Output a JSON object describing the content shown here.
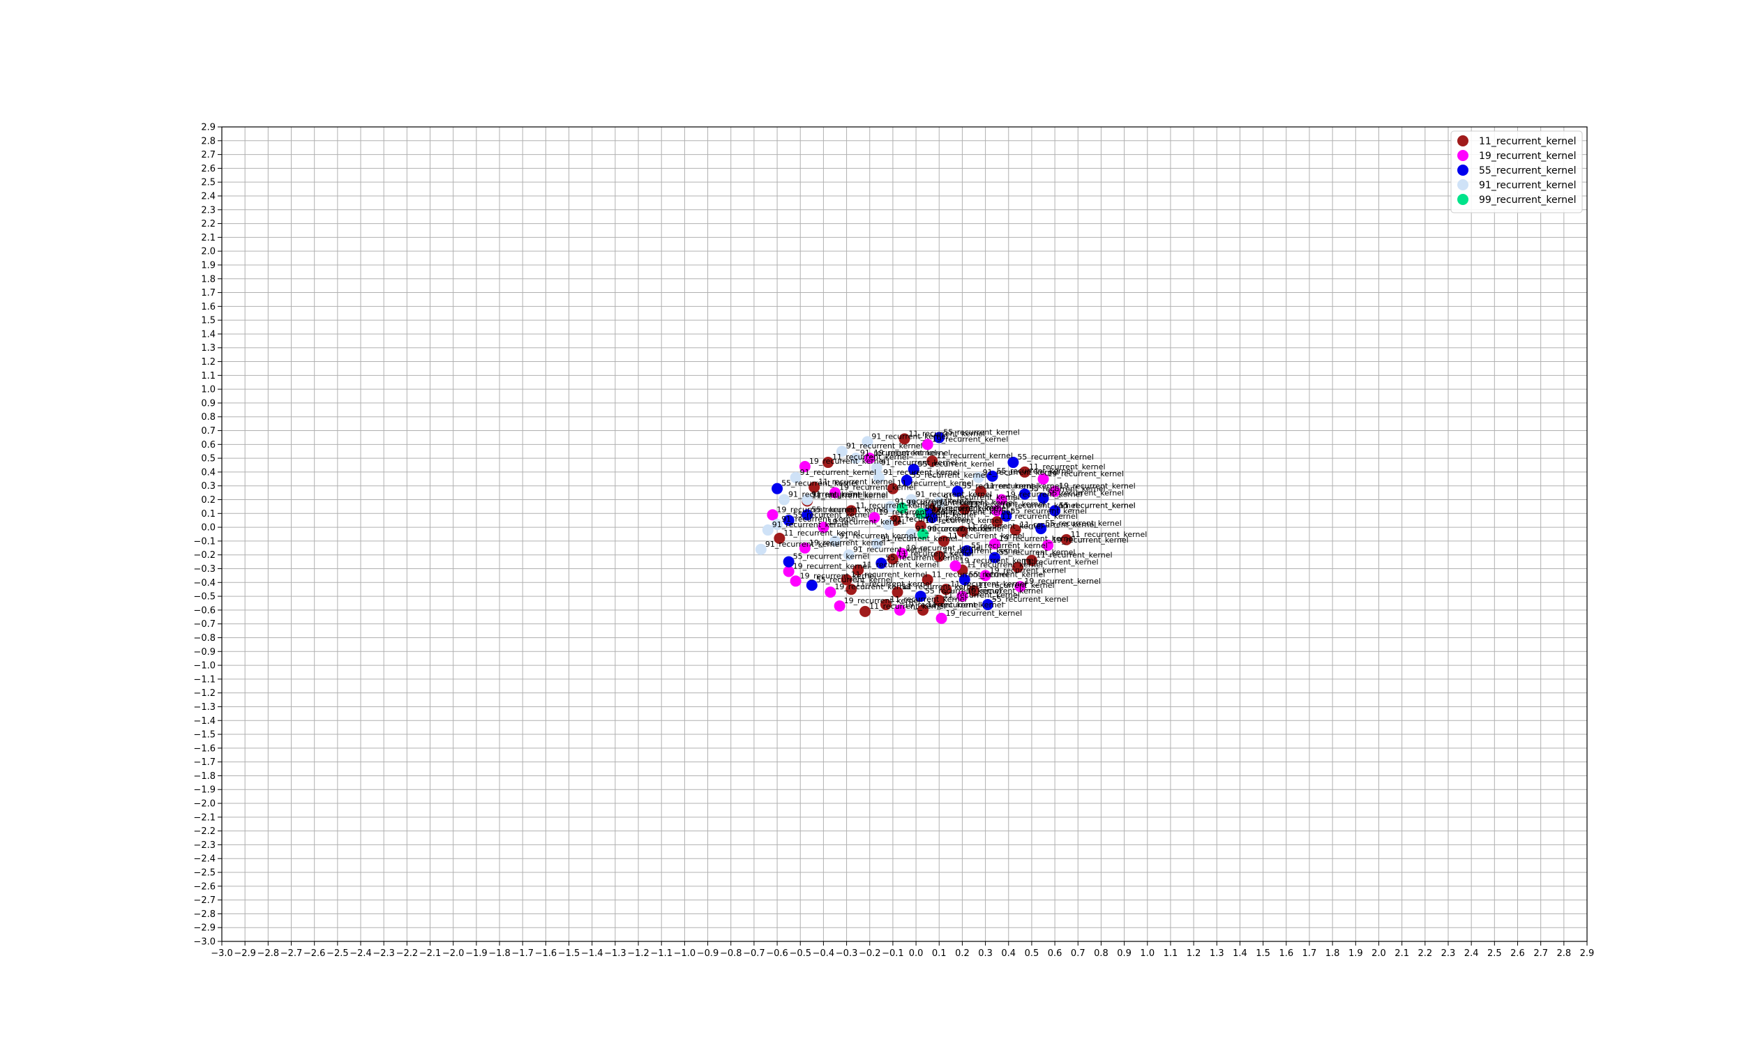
{
  "chart_data": {
    "type": "scatter",
    "title": "",
    "xlabel": "",
    "ylabel": "",
    "xlim": [
      -3.0,
      2.9
    ],
    "ylim": [
      -3.0,
      2.9
    ],
    "tick_step": 0.1,
    "grid": true,
    "legend_position": "top-right",
    "series": [
      {
        "name": "11_recurrent_kernel",
        "color": "#a01b1b",
        "points": [
          [
            -0.05,
            0.64
          ],
          [
            0.07,
            0.48
          ],
          [
            -0.38,
            0.47
          ],
          [
            -0.1,
            0.28
          ],
          [
            -0.44,
            0.29
          ],
          [
            0.28,
            0.26
          ],
          [
            0.47,
            0.4
          ],
          [
            -0.47,
            0.19
          ],
          [
            -0.28,
            0.12
          ],
          [
            0.08,
            0.14
          ],
          [
            0.21,
            0.13
          ],
          [
            -0.09,
            0.05
          ],
          [
            0.35,
            0.04
          ],
          [
            0.6,
            0.12
          ],
          [
            0.02,
            0.01
          ],
          [
            0.43,
            -0.02
          ],
          [
            0.2,
            -0.03
          ],
          [
            -0.59,
            -0.08
          ],
          [
            0.65,
            -0.09
          ],
          [
            0.12,
            -0.1
          ],
          [
            -0.1,
            -0.23
          ],
          [
            0.1,
            -0.21
          ],
          [
            0.5,
            -0.24
          ],
          [
            -0.25,
            -0.31
          ],
          [
            0.44,
            -0.29
          ],
          [
            0.2,
            -0.31
          ],
          [
            -0.3,
            -0.38
          ],
          [
            0.05,
            -0.38
          ],
          [
            -0.28,
            -0.45
          ],
          [
            -0.08,
            -0.47
          ],
          [
            0.13,
            -0.45
          ],
          [
            0.1,
            -0.53
          ],
          [
            -0.13,
            -0.56
          ],
          [
            0.03,
            -0.6
          ],
          [
            -0.22,
            -0.61
          ],
          [
            0.25,
            -0.46
          ]
        ]
      },
      {
        "name": "19_recurrent_kernel",
        "color": "#ff00ff",
        "points": [
          [
            -0.48,
            0.44
          ],
          [
            0.05,
            0.6
          ],
          [
            -0.2,
            0.5
          ],
          [
            0.55,
            0.35
          ],
          [
            -0.35,
            0.25
          ],
          [
            0.37,
            0.2
          ],
          [
            0.6,
            0.26
          ],
          [
            -0.62,
            0.09
          ],
          [
            -0.18,
            0.07
          ],
          [
            0.35,
            0.12
          ],
          [
            -0.4,
            0.0
          ],
          [
            0.05,
            0.1
          ],
          [
            0.57,
            -0.13
          ],
          [
            0.34,
            -0.12
          ],
          [
            -0.48,
            -0.15
          ],
          [
            -0.06,
            -0.19
          ],
          [
            0.17,
            -0.28
          ],
          [
            -0.55,
            -0.32
          ],
          [
            0.3,
            -0.35
          ],
          [
            -0.52,
            -0.39
          ],
          [
            0.45,
            -0.43
          ],
          [
            -0.37,
            -0.47
          ],
          [
            0.2,
            -0.5
          ],
          [
            -0.33,
            -0.57
          ],
          [
            -0.07,
            -0.6
          ],
          [
            0.11,
            -0.66
          ]
        ]
      },
      {
        "name": "55_recurrent_kernel",
        "color": "#0000ee",
        "points": [
          [
            0.1,
            0.65
          ],
          [
            -0.6,
            0.28
          ],
          [
            -0.04,
            0.34
          ],
          [
            -0.01,
            0.42
          ],
          [
            0.33,
            0.37
          ],
          [
            0.42,
            0.47
          ],
          [
            0.18,
            0.26
          ],
          [
            0.47,
            0.24
          ],
          [
            0.55,
            0.21
          ],
          [
            -0.55,
            0.05
          ],
          [
            -0.47,
            0.09
          ],
          [
            0.07,
            0.07
          ],
          [
            0.39,
            0.08
          ],
          [
            0.6,
            0.12
          ],
          [
            0.54,
            -0.01
          ],
          [
            0.22,
            -0.17
          ],
          [
            0.34,
            -0.22
          ],
          [
            -0.55,
            -0.25
          ],
          [
            -0.15,
            -0.26
          ],
          [
            -0.45,
            -0.42
          ],
          [
            0.21,
            -0.38
          ],
          [
            0.02,
            -0.5
          ],
          [
            0.31,
            -0.56
          ],
          [
            0.05,
            0.1
          ]
        ]
      },
      {
        "name": "91_recurrent_kernel",
        "color": "#cfe2f7",
        "points": [
          [
            -0.21,
            0.62
          ],
          [
            -0.32,
            0.55
          ],
          [
            -0.26,
            0.5
          ],
          [
            -0.52,
            0.36
          ],
          [
            -0.17,
            0.43
          ],
          [
            -0.47,
            0.2
          ],
          [
            -0.57,
            0.2
          ],
          [
            -0.16,
            0.36
          ],
          [
            -0.02,
            0.2
          ],
          [
            -0.11,
            0.15
          ],
          [
            -0.6,
            0.02
          ],
          [
            -0.64,
            -0.02
          ],
          [
            -0.67,
            -0.16
          ],
          [
            -0.29,
            -0.2
          ],
          [
            -0.12,
            0.02
          ],
          [
            0.27,
            0.36
          ],
          [
            -0.02,
            -0.05
          ],
          [
            0.1,
            0.18
          ],
          [
            -0.35,
            -0.1
          ],
          [
            -0.17,
            -0.12
          ]
        ]
      },
      {
        "name": "99_recurrent_kernel",
        "color": "#00e38a",
        "points": [
          [
            -0.06,
            0.14
          ],
          [
            0.02,
            0.1
          ],
          [
            0.03,
            -0.05
          ]
        ]
      }
    ]
  },
  "point_label_text_by_series": true
}
